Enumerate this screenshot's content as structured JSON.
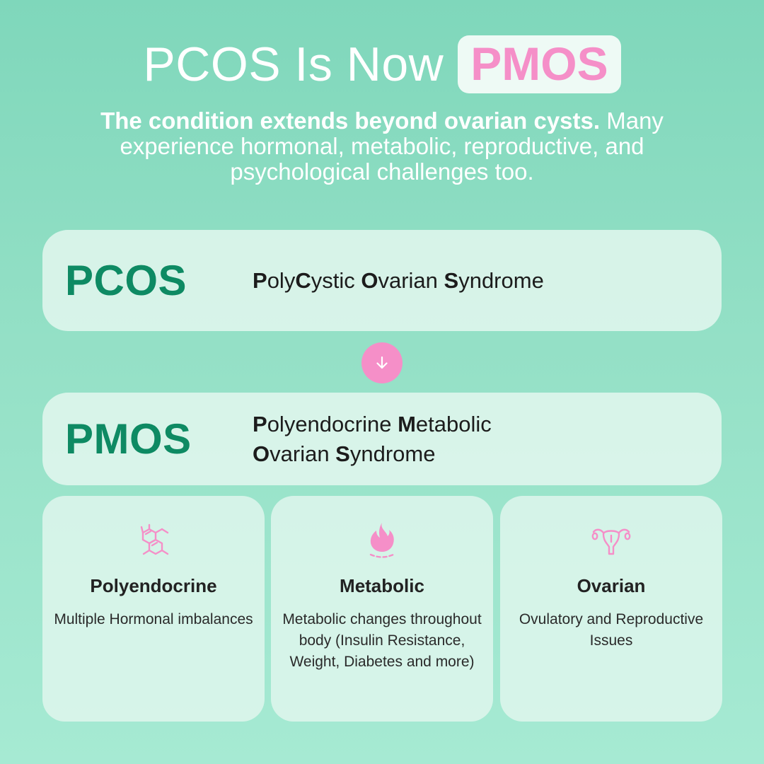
{
  "header": {
    "title_prefix": "PCOS Is Now",
    "title_badge": "PMOS",
    "subtitle_bold": "The condition extends beyond ovarian cysts.",
    "subtitle_rest": " Many experience hormonal, metabolic, reproductive, and psychological challenges too."
  },
  "pcos": {
    "acronym": "PCOS",
    "words": [
      {
        "initial": "P",
        "rest": "oly"
      },
      {
        "initial": "C",
        "rest": "ystic "
      },
      {
        "initial": "O",
        "rest": "varian "
      },
      {
        "initial": "S",
        "rest": "yndrome"
      }
    ]
  },
  "pmos": {
    "acronym": "PMOS",
    "line1": [
      {
        "initial": "P",
        "rest": "olyendocrine "
      },
      {
        "initial": "M",
        "rest": "etabolic"
      }
    ],
    "line2": [
      {
        "initial": "O",
        "rest": "varian "
      },
      {
        "initial": "S",
        "rest": "yndrome"
      }
    ]
  },
  "features": [
    {
      "title": "Polyendocrine",
      "desc": "Multiple Hormonal imbalances",
      "icon": "molecule-icon"
    },
    {
      "title": "Metabolic",
      "desc": "Metabolic changes throughout body (Insulin Resistance, Weight, Diabetes and more)",
      "icon": "flame-icon"
    },
    {
      "title": "Ovarian",
      "desc": "Ovulatory and Reproductive Issues",
      "icon": "uterus-icon"
    }
  ],
  "colors": {
    "accent_pink": "#f58fc8",
    "acronym_green": "#0e8a63"
  }
}
